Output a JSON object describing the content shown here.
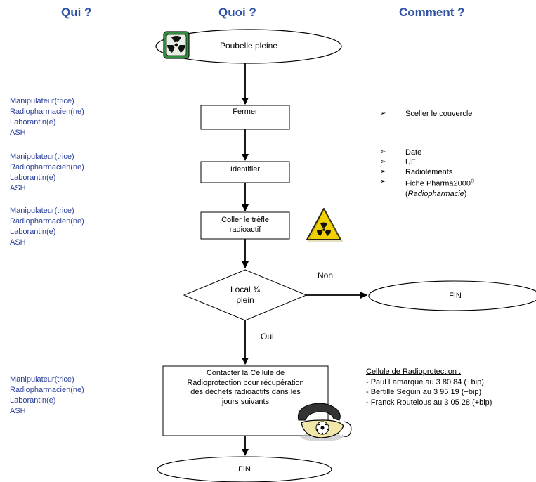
{
  "columns": {
    "who": "Qui ?",
    "what": "Quoi ?",
    "how": "Comment ?"
  },
  "nodes": {
    "start": "Poubelle pleine",
    "close": "Fermer",
    "identify": "Identifier",
    "stick": [
      "Coller le trèfle",
      "radioactif"
    ],
    "decision": [
      "Local ¾",
      "plein"
    ],
    "end_no": "FIN",
    "contact": [
      "Contacter la Cellule de",
      "Radioprotection pour récupération",
      "des déchets radioactifs dans les",
      "jours suivants"
    ],
    "end": "FIN"
  },
  "edges": {
    "no": "Non",
    "yes": "Oui"
  },
  "who_groups": [
    [
      "Manipulateur(trice)",
      "Radiopharmacien(ne)",
      "Laborantin(e)",
      "ASH"
    ],
    [
      "Manipulateur(trice)",
      "Radiopharmacien(ne)",
      "Laborantin(e)",
      "ASH"
    ],
    [
      "Manipulateur(trice)",
      "Radiopharmacien(ne)",
      "Laborantin(e)",
      "ASH"
    ],
    [
      "Manipulateur(trice)",
      "Radiopharmacien(ne)",
      "Laborantin(e)",
      "ASH"
    ]
  ],
  "how": {
    "bullet": "➢",
    "seal": "Sceller le couvercle",
    "identify_items": [
      "Date",
      "UF",
      "Radioléments",
      "Fiche Pharma2000"
    ],
    "registered_mark": "®",
    "identify_note": "Radiopharmacie"
  },
  "contact_info": {
    "title": "Cellule de Radioprotection :",
    "lines": [
      "- Paul Lamarque au 3 80 84 (+bip)",
      "- Bertille Seguin au 3 95 19 (+bip)",
      "- Franck Routelous au 3 05 28 (+bip)"
    ]
  },
  "icons": {
    "start": "radioactive-bin-icon",
    "warning": "radiation-warning-icon",
    "phone": "telephone-icon"
  },
  "colors": {
    "heading": "#2f52a6",
    "who_text": "#2b3f9a",
    "warning_fill": "#f2d100",
    "bin_fill": "#2f8f3f"
  }
}
